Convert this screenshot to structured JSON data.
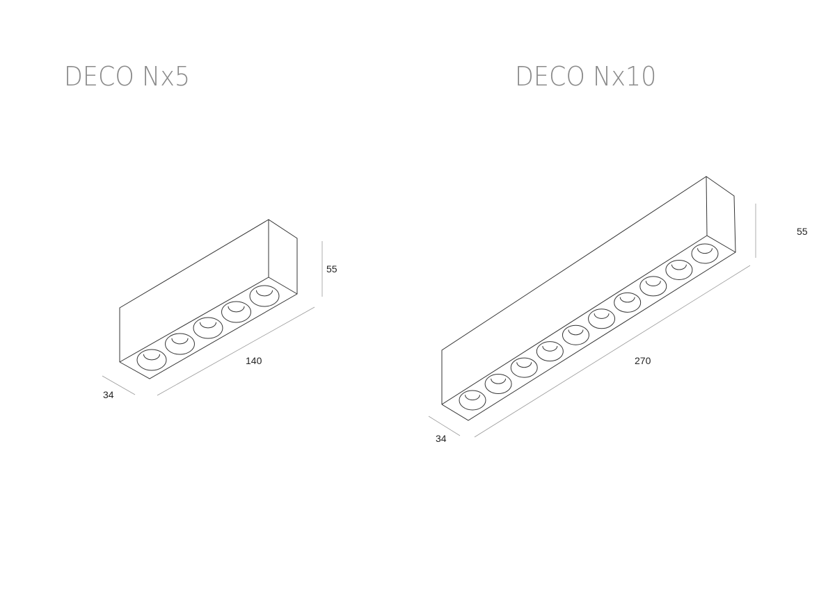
{
  "products": [
    {
      "title": "DECO Nx5",
      "length": "140",
      "height": "55",
      "width": "34",
      "lens_count": 5
    },
    {
      "title": "DECO Nx10",
      "length": "270",
      "height": "55",
      "width": "34",
      "lens_count": 10
    }
  ],
  "colors": {
    "line": "#333333",
    "dim_line": "#999999",
    "title": "#8a8a8a"
  }
}
